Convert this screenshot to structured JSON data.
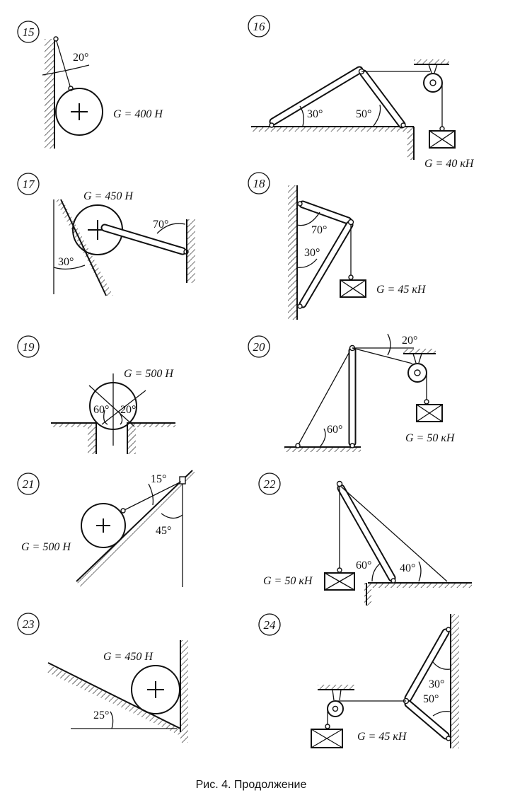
{
  "caption": "Рис. 4. Продолжение",
  "problems": [
    {
      "id": "15",
      "angles": [
        "20°"
      ],
      "load": "G = 400 Н"
    },
    {
      "id": "16",
      "angles": [
        "30°",
        "50°"
      ],
      "load": "G = 40 кН"
    },
    {
      "id": "17",
      "angles": [
        "70°",
        "30°"
      ],
      "load": "G = 450 Н"
    },
    {
      "id": "18",
      "angles": [
        "70°",
        "30°"
      ],
      "load": "G = 45 кН"
    },
    {
      "id": "19",
      "angles": [
        "60°",
        "20°"
      ],
      "load": "G = 500 Н"
    },
    {
      "id": "20",
      "angles": [
        "20°",
        "60°"
      ],
      "load": "G = 50 кН"
    },
    {
      "id": "21",
      "angles": [
        "15°",
        "45°"
      ],
      "load": "G = 500 Н"
    },
    {
      "id": "22",
      "angles": [
        "60°",
        "40°"
      ],
      "load": "G = 50 кН"
    },
    {
      "id": "23",
      "angles": [
        "25°"
      ],
      "load": "G = 450 Н"
    },
    {
      "id": "24",
      "angles": [
        "30°",
        "50°"
      ],
      "load": "G = 45 кН"
    }
  ]
}
